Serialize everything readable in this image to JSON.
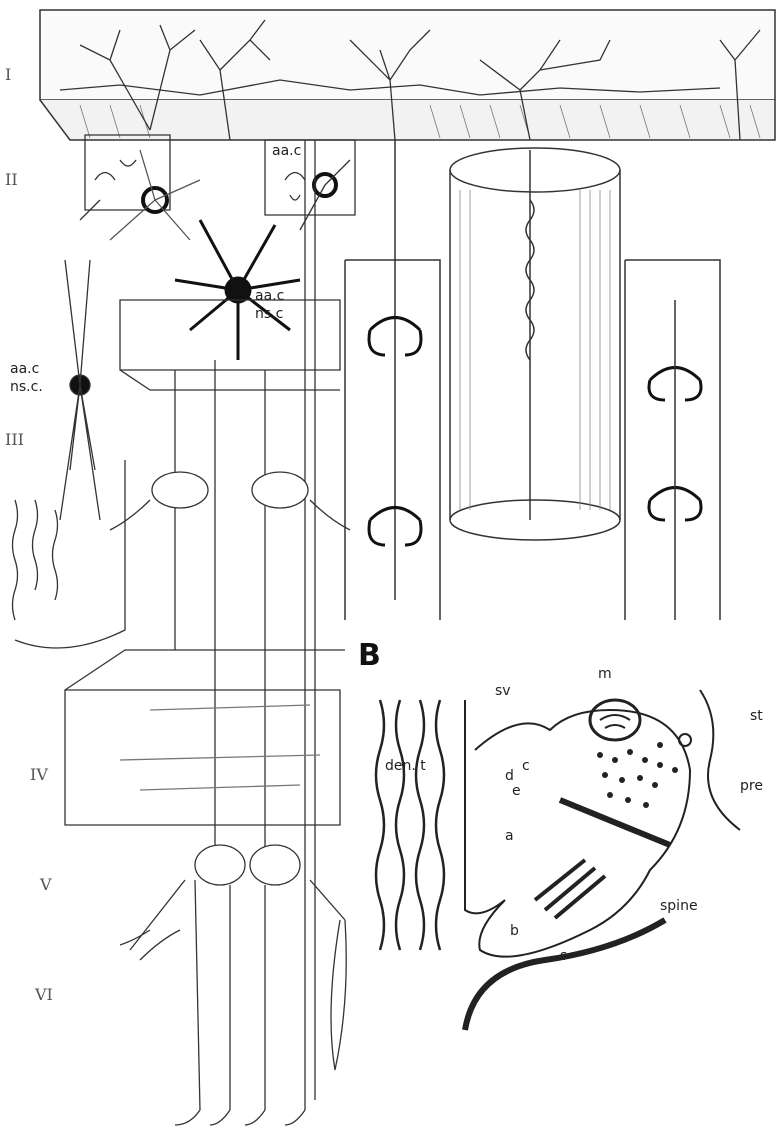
{
  "layers": [
    "I",
    "II",
    "III",
    "IV",
    "V",
    "VI"
  ],
  "cell_labels": {
    "aa_top": "aa.c",
    "aa_mid": "aa.c",
    "aa_left": "aa.c",
    "nsc_left": "ns.c.",
    "nsc_mid": "ns.c"
  },
  "panel_b": {
    "label": "B",
    "labels": {
      "m": "m",
      "sv": "sv",
      "st": "st",
      "den_t": "den. t",
      "pre": "pre",
      "d": "d",
      "c": "c",
      "e": "e",
      "a": "a",
      "b": "b",
      "spine": "spine",
      "s": "s"
    }
  }
}
